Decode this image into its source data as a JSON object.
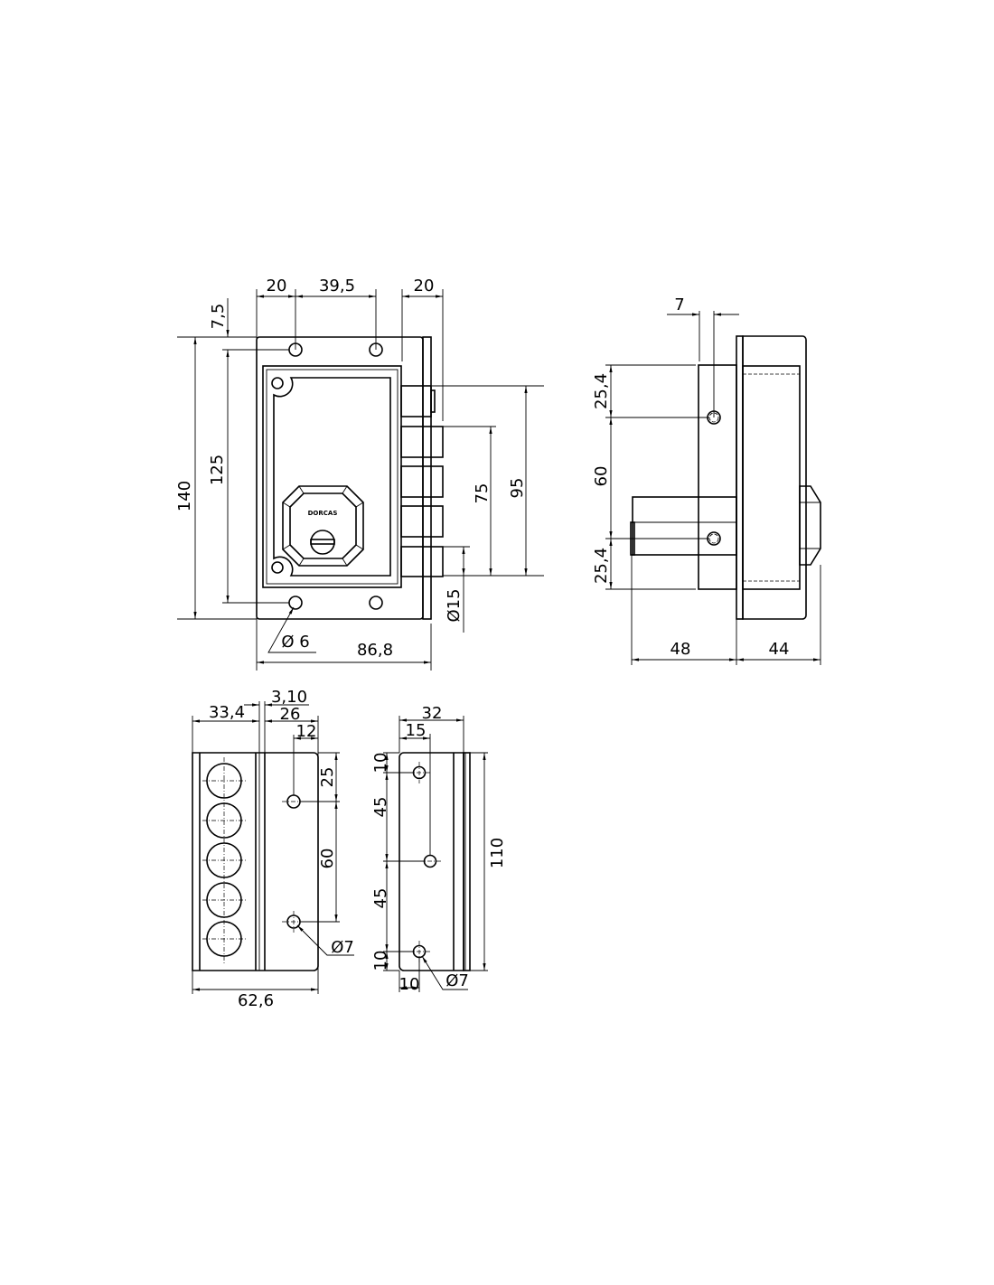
{
  "front_view": {
    "dims": {
      "left_offset": "20",
      "hole_spacing": "39,5",
      "bolt_throw": "20",
      "top_offset": "7,5",
      "height_total": "140",
      "hole_vertical": "125",
      "bolt_span_95": "95",
      "bolt_span_75": "75",
      "bolt_diameter": "Ø15",
      "hole_diameter": "Ø 6",
      "width_total": "86,8"
    },
    "logo_text": "DORCAS"
  },
  "side_view": {
    "dims": {
      "hole_offset": "7",
      "top_25": "25,4",
      "middle_60": "60",
      "bottom_25": "25,4",
      "depth_48": "48",
      "depth_44": "44"
    }
  },
  "keeper_view": {
    "dims": {
      "width_33": "33,4",
      "gap": "3,10",
      "width_26": "26",
      "hole_offset_12": "12",
      "top_25": "25",
      "spacing_60": "60",
      "hole_diameter": "Ø7",
      "total_width": "62,6"
    }
  },
  "strike_plate_view": {
    "dims": {
      "width_32": "32",
      "hole_offset_15": "15",
      "height_110": "110",
      "top_10": "10",
      "spacing_45a": "45",
      "spacing_45b": "45",
      "bottom_10": "10",
      "bottom_offset_10": "10",
      "hole_diameter": "Ø7"
    }
  }
}
